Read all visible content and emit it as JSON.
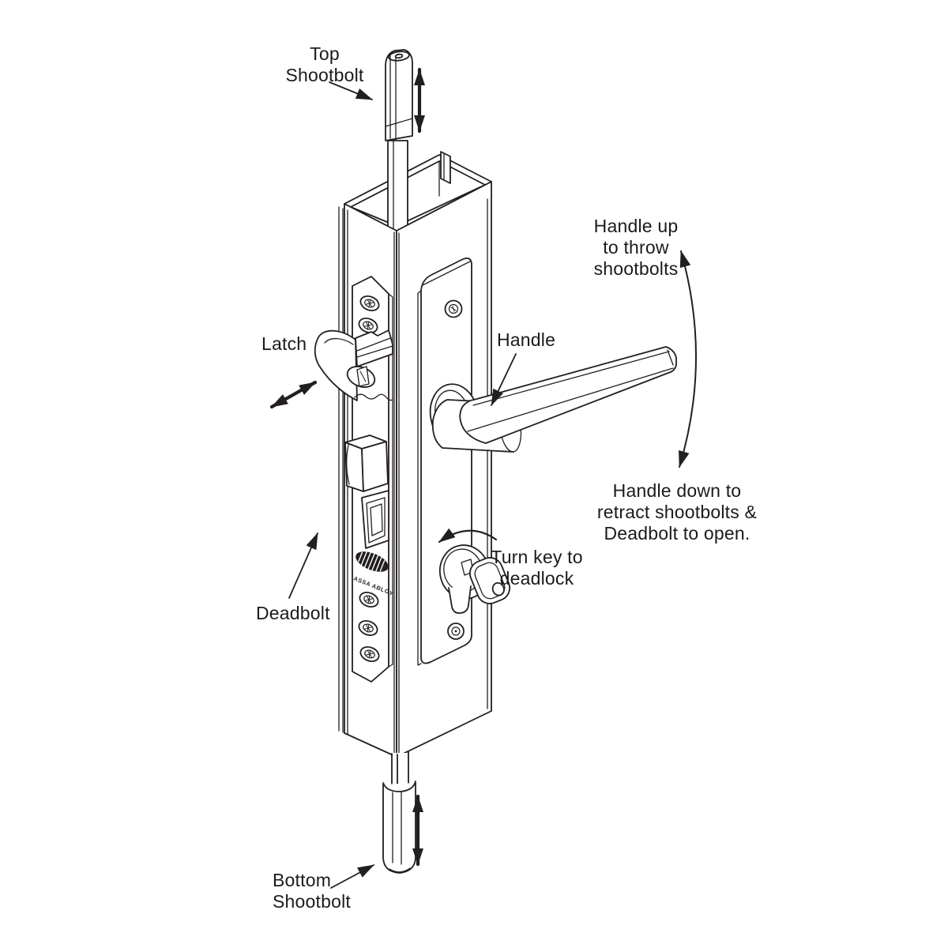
{
  "style": {
    "background": "#ffffff",
    "line_color": "#231f20",
    "text_color": "#1c1a1b",
    "logo_fill": "#231f20"
  },
  "labels": {
    "top_shootbolt": "Top\nShootbolt",
    "latch": "Latch",
    "handle": "Handle",
    "handle_up": "Handle up\nto throw\nshootbolts",
    "handle_down": "Handle down to\nretract shootbolts &\nDeadbolt to open.",
    "turn_key": "Turn key to\ndeadlock",
    "deadbolt": "Deadbolt",
    "bottom_shootbolt": "Bottom\nShootbolt",
    "brand_caption": "ASSA ABLOY"
  }
}
